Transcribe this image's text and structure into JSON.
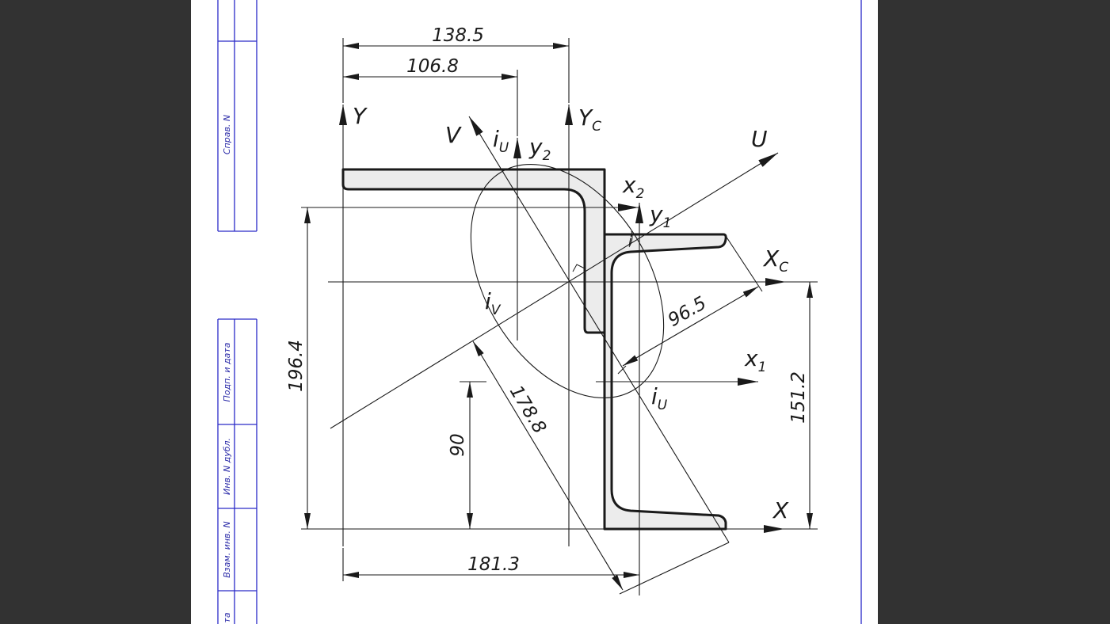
{
  "colors": {
    "background": "#323232",
    "sheet": "#ffffff",
    "frame": "#2a2ac8",
    "ink": "#1a1a1a",
    "section_fill": "#ececec"
  },
  "stamp": {
    "sprav": "Справ. N",
    "podp_data_1": "Подп. и дата",
    "inv_dubl": "Инв. N дубл.",
    "vzam_inv": "Взам. инв. N",
    "podp_data_2": "та"
  },
  "dimensions": {
    "d1": "138.5",
    "d2": "106.8",
    "d3": "196.4",
    "d4": "96.5",
    "d5": "178.8",
    "d6": "90",
    "d7": "181.3",
    "d8": "151.2"
  },
  "axes": {
    "Y": "Y",
    "Yc": "Y",
    "Yc_sub": "C",
    "V": "V",
    "U": "U",
    "X": "X",
    "Xc": "X",
    "Xc_sub": "C",
    "x1": "x",
    "x1_sub": "1",
    "x2": "x",
    "x2_sub": "2",
    "y1": "y",
    "y1_sub": "1",
    "y2": "y",
    "y2_sub": "2",
    "iU": "i",
    "iU_sub": "U",
    "iV": "i",
    "iV_sub": "V"
  }
}
